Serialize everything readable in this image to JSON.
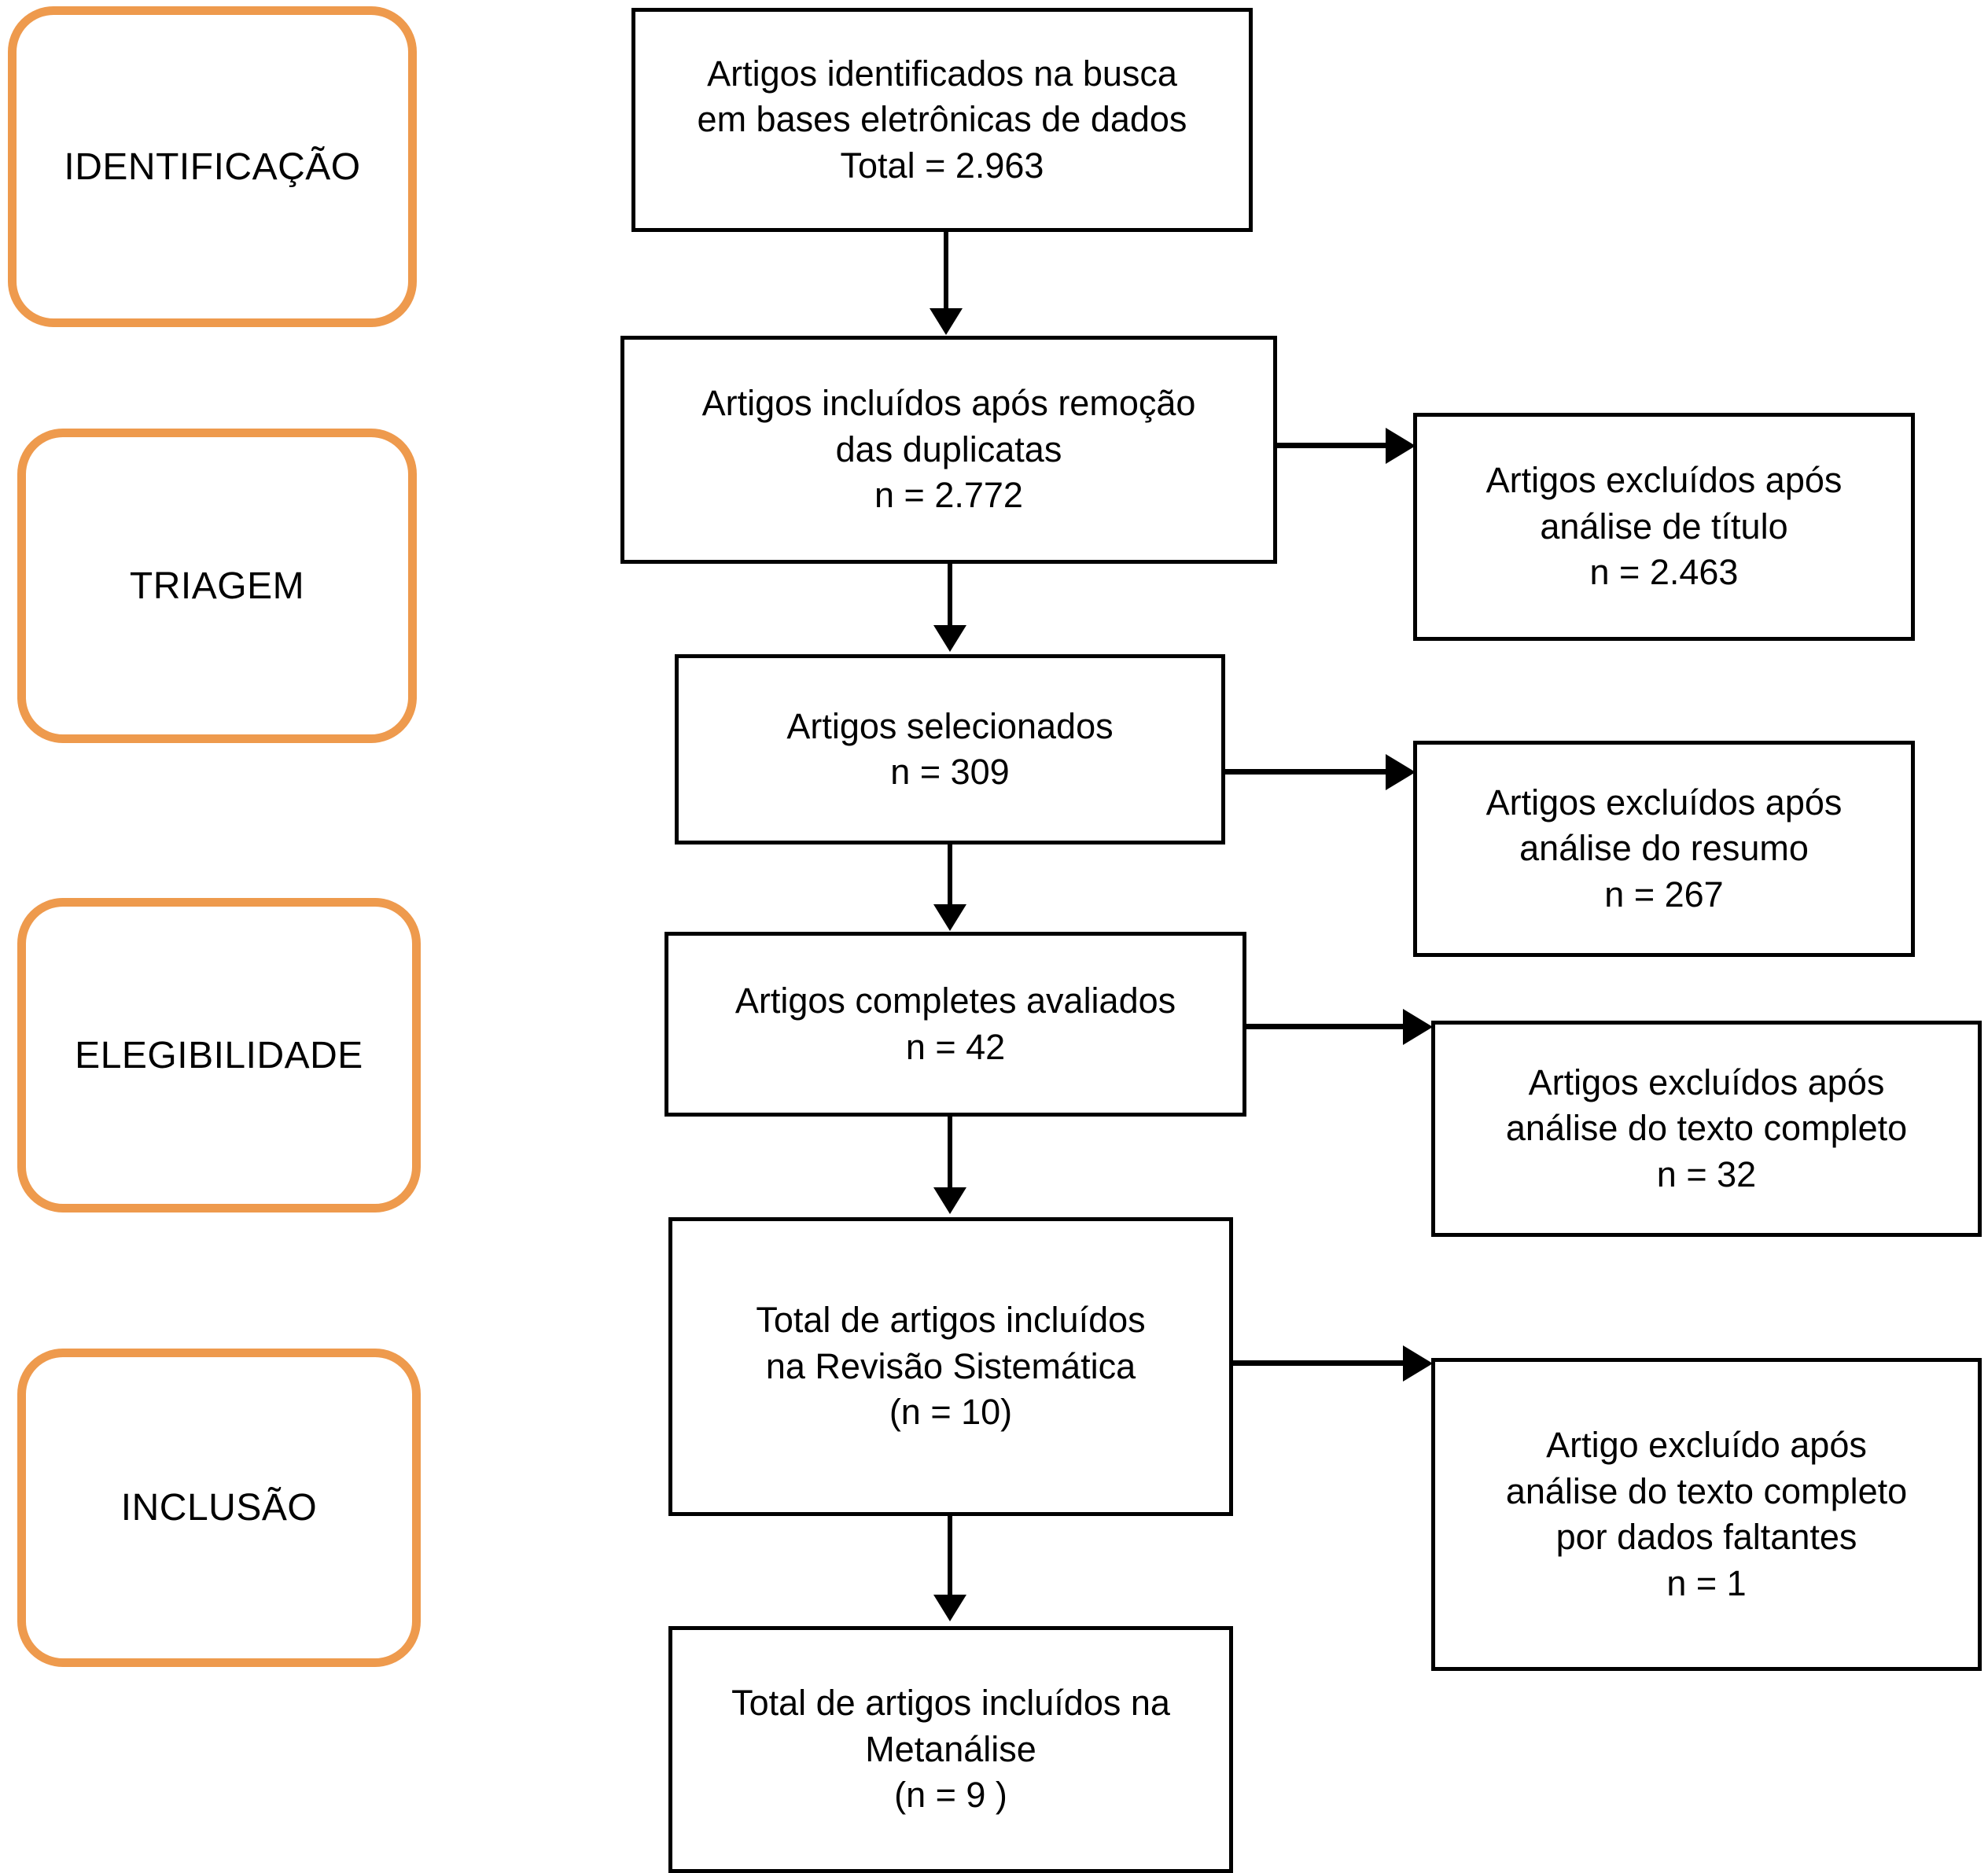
{
  "diagram": {
    "title": "PRISMA flow diagram",
    "accent_color": "#ee9a4d",
    "line_color": "#000000",
    "background_color": "#ffffff",
    "stages": [
      {
        "id": "identificacao",
        "label": "IDENTIFICAÇÃO"
      },
      {
        "id": "triagem",
        "label": "TRIAGEM"
      },
      {
        "id": "elegibilidade",
        "label": "ELEGIBILIDADE"
      },
      {
        "id": "inclusao",
        "label": "INCLUSÃO"
      }
    ],
    "flow_boxes": [
      {
        "id": "identificados",
        "text": "Artigos identificados na busca\nem bases eletrônicas de dados\nTotal = 2.963",
        "count_label": "Total = 2.963",
        "count": 2963
      },
      {
        "id": "pos-duplicatas",
        "text": "Artigos incluídos após remoção\ndas duplicatas\nn = 2.772",
        "count_label": "n = 2.772",
        "count": 2772
      },
      {
        "id": "selecionados",
        "text": "Artigos selecionados\nn = 309",
        "count_label": "n = 309",
        "count": 309
      },
      {
        "id": "completos-avaliados",
        "text": "Artigos completes avaliados\nn = 42",
        "count_label": "n = 42",
        "count": 42
      },
      {
        "id": "revisao-sistematica",
        "text": "Total de artigos incluídos\nna Revisão Sistemática\n(n = 10)",
        "count_label": "(n = 10)",
        "count": 10
      },
      {
        "id": "metanalise",
        "text": "Total de artigos incluídos na\nMetanálise\n(n = 9 )",
        "count_label": "(n = 9 )",
        "count": 9
      }
    ],
    "exclusion_boxes": [
      {
        "id": "excluidos-titulo",
        "text": "Artigos excluídos após\nanálise de título\nn = 2.463",
        "count_label": "n = 2.463",
        "count": 2463
      },
      {
        "id": "excluidos-resumo",
        "text": "Artigos excluídos após\nanálise do resumo\nn = 267",
        "count_label": "n = 267",
        "count": 267
      },
      {
        "id": "excluidos-texto-completo",
        "text": "Artigos excluídos após\nanálise do texto completo\nn = 32",
        "count_label": "n = 32",
        "count": 32
      },
      {
        "id": "excluido-dados-faltantes",
        "text": "Artigo excluído após\nanálise do texto completo\npor dados faltantes\nn = 1",
        "count_label": "n = 1",
        "count": 1
      }
    ]
  }
}
